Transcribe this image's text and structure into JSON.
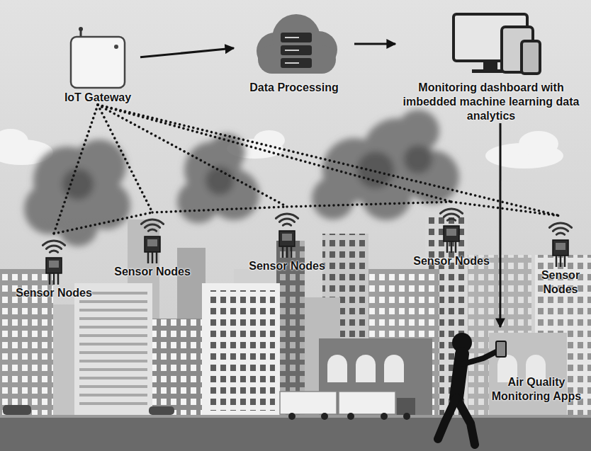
{
  "diagram": {
    "nodes": [
      {
        "text": [
          "IoT Gateway"
        ]
      },
      {
        "text": [
          "Data Processing"
        ]
      },
      {
        "text": [
          "Monitoring dashboard with imbedded machine learning data analytics"
        ]
      },
      {
        "text": [
          "Sensor Nodes"
        ]
      },
      {
        "text": [
          "Sensor Nodes"
        ]
      },
      {
        "text": [
          "Sensor Nodes"
        ]
      },
      {
        "text": [
          "Sensor Nodes"
        ]
      },
      {
        "text": [
          "Sensor Nodes"
        ]
      },
      {
        "text": [
          "Air Quality Monitoring Apps"
        ]
      }
    ],
    "edges": [
      {
        "from": 0,
        "to": 1,
        "arrow": "to"
      },
      {
        "from": 1,
        "to": 2,
        "arrow": "to"
      },
      {
        "from": 2,
        "to": 8,
        "arrow": "to"
      },
      {
        "from": 0,
        "to": 3,
        "arrow": "none"
      },
      {
        "from": 0,
        "to": 4,
        "arrow": "none"
      },
      {
        "from": 0,
        "to": 5,
        "arrow": "none"
      },
      {
        "from": 0,
        "to": 6,
        "arrow": "none"
      },
      {
        "from": 0,
        "to": 7,
        "arrow": "none"
      },
      {
        "from": 3,
        "to": 4,
        "arrow": "none"
      },
      {
        "from": 4,
        "to": 5,
        "arrow": "none"
      },
      {
        "from": 5,
        "to": 6,
        "arrow": "none"
      },
      {
        "from": 6,
        "to": 7,
        "arrow": "none"
      }
    ]
  }
}
